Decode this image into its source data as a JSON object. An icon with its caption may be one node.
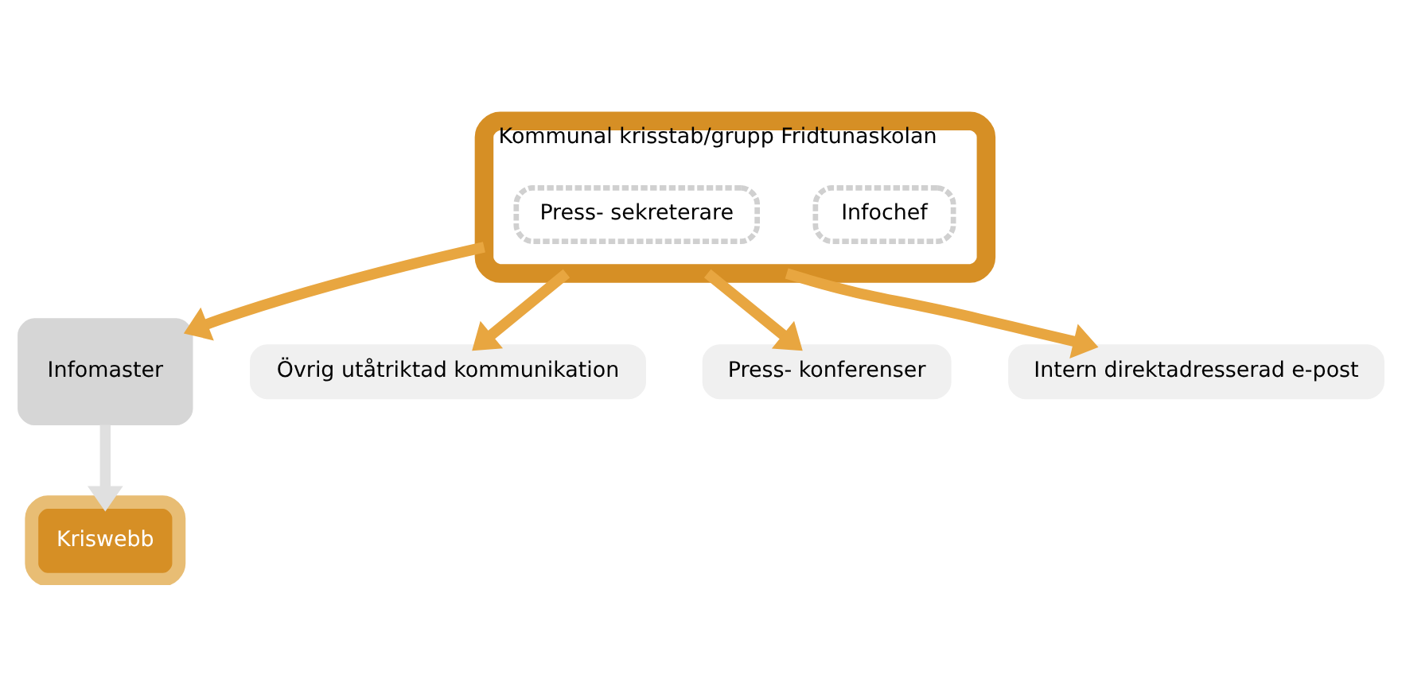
{
  "diagram": {
    "nodes": [
      {
        "text": [
          "Kommunal krisstab/grupp Fridtunaskolan"
        ]
      },
      {
        "text": [
          "Infochef"
        ],
        "in": 0
      },
      {
        "text": [
          "Press- sekreterare"
        ],
        "in": 0
      },
      {
        "text": [
          "Infomaster"
        ]
      },
      {
        "text": [
          "Kriswebb"
        ]
      },
      {
        "text": [
          "Övrig utåtriktad kommunikation"
        ]
      },
      {
        "text": [
          "Press- konferenser"
        ]
      },
      {
        "text": [
          "Intern direktadresserad e-post"
        ]
      }
    ],
    "edges": [
      {
        "from": 0,
        "to": 3,
        "arrow": "to"
      },
      {
        "from": 3,
        "to": 4,
        "arrow": "to",
        "color": "#e0e0e0"
      },
      {
        "from": 0,
        "to": 5,
        "arrow": "to"
      },
      {
        "from": 0,
        "to": 6,
        "arrow": "to"
      },
      {
        "from": 0,
        "to": 7,
        "arrow": "to"
      }
    ]
  }
}
